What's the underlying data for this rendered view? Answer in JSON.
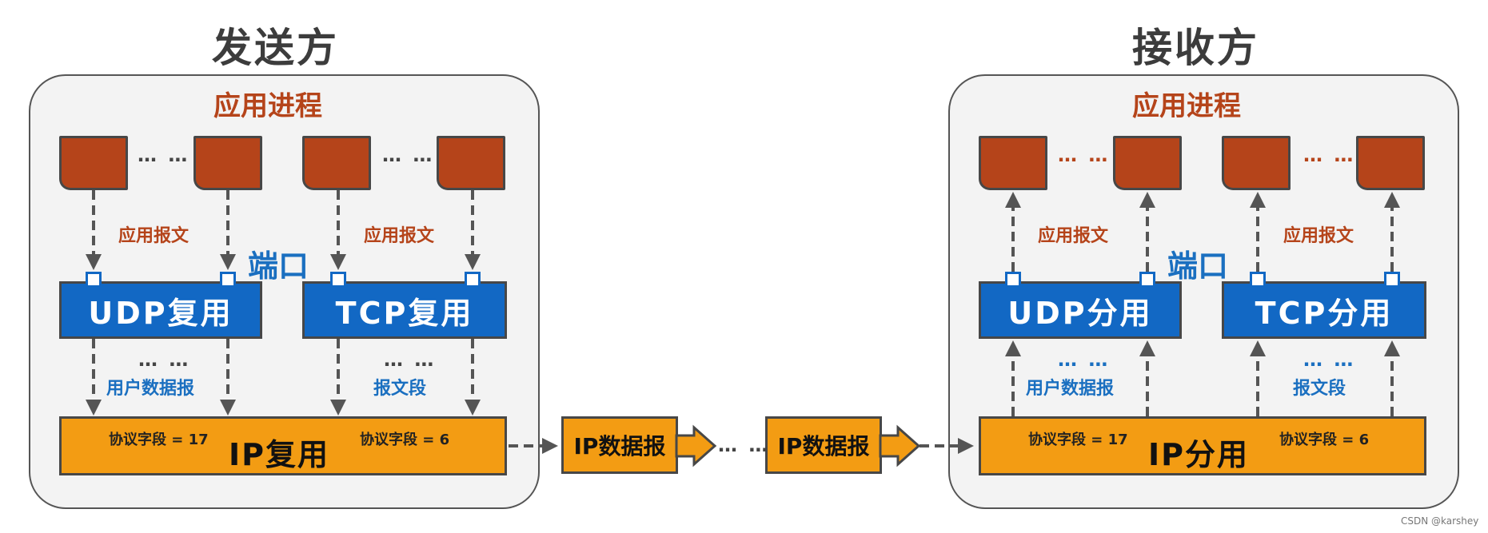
{
  "sender": {
    "title": "发送方",
    "process_label": "应用进程",
    "app_message_left": "应用报文",
    "app_message_right": "应用报文",
    "port_label": "端口",
    "udp_label": "UDP复用",
    "tcp_label": "TCP复用",
    "udp_data_label": "用户数据报",
    "tcp_data_label": "报文段",
    "ip_label": "IP复用",
    "ip_field_udp": "协议字段 = 17",
    "ip_field_tcp": "协议字段 = 6",
    "dots": "…  …"
  },
  "receiver": {
    "title": "接收方",
    "process_label": "应用进程",
    "app_message_left": "应用报文",
    "app_message_right": "应用报文",
    "port_label": "端口",
    "udp_label": "UDP分用",
    "tcp_label": "TCP分用",
    "udp_data_label": "用户数据报",
    "tcp_data_label": "报文段",
    "ip_label": "IP分用",
    "ip_field_udp": "协议字段 = 17",
    "ip_field_tcp": "协议字段 = 6",
    "dots": "…  …"
  },
  "transit": {
    "datagram_1": "IP数据报",
    "datagram_2": "IP数据报",
    "dots": "…  …"
  },
  "watermark": "CSDN @karshey",
  "colors": {
    "app_red": "#b5441a",
    "mux_blue": "#1268c4",
    "ip_orange": "#f39c13",
    "label_blue": "#1a6fc0"
  }
}
